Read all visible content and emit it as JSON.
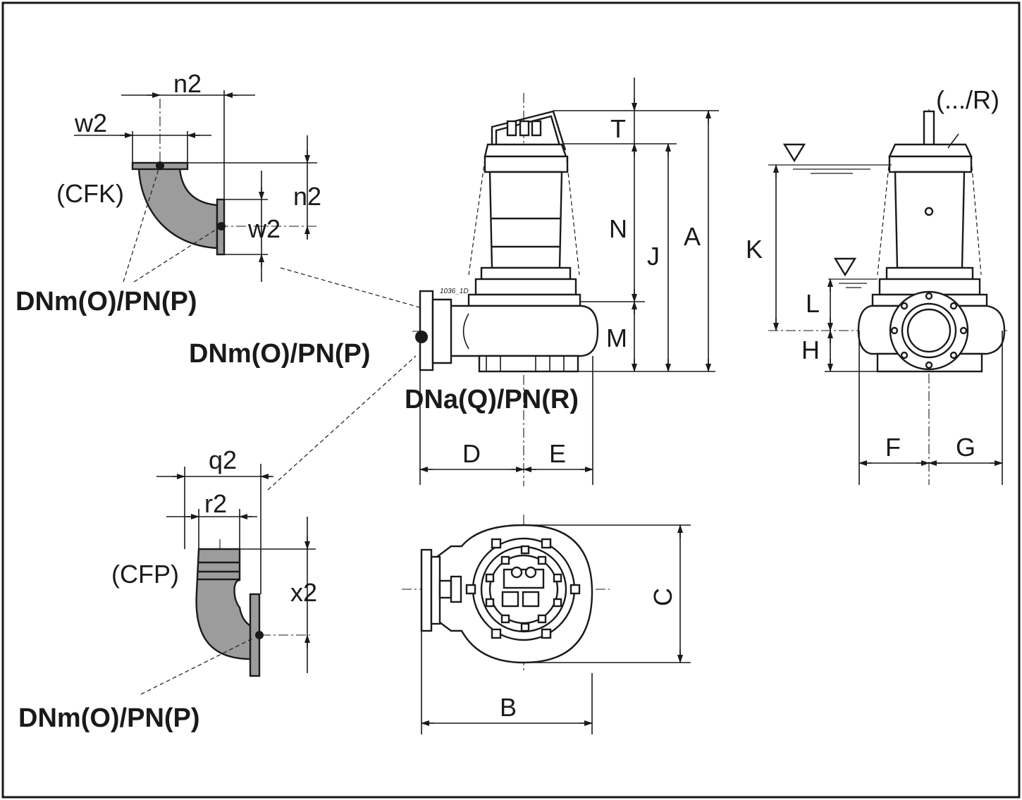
{
  "labels": {
    "n2_top": "n2",
    "w2_top": "w2",
    "n2_right": "n2",
    "w2_right": "w2",
    "cfk": "(CFK)",
    "dnm_top": "DNm(O)/PN(P)",
    "dnm_mid": "DNm(O)/PN(P)",
    "dna": "DNa(Q)/PN(R)",
    "q2": "q2",
    "r2": "r2",
    "cfp": "(CFP)",
    "x2": "x2",
    "dnm_bottom": "DNm(O)/PN(P)",
    "t": "T",
    "n": "N",
    "j": "J",
    "a": "A",
    "m": "M",
    "d": "D",
    "e": "E",
    "b": "B",
    "c": "C",
    "r_top": "(.../R)",
    "k": "K",
    "l": "L",
    "h": "H",
    "f": "F",
    "g": "G",
    "code": "1036_1D"
  }
}
